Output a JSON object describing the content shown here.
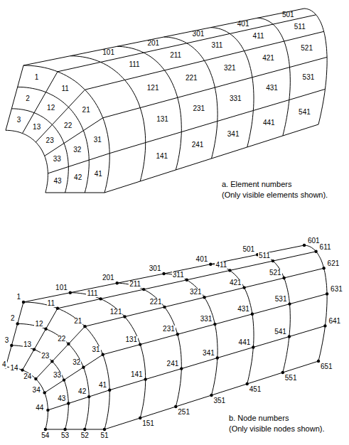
{
  "diagram": {
    "labels": [
      "1",
      "2",
      "3",
      "11",
      "12",
      "13",
      "21",
      "22",
      "23",
      "31",
      "32",
      "33",
      "41",
      "42",
      "43",
      "101",
      "111",
      "121",
      "131",
      "141",
      "201",
      "211",
      "221",
      "231",
      "241",
      "301",
      "311",
      "321",
      "331",
      "341",
      "401",
      "411",
      "421",
      "431",
      "441",
      "501",
      "511",
      "521",
      "531",
      "541",
      "a. Element numbers",
      "(Only visible elements shown).",
      "1",
      "2",
      "3",
      "4",
      "11",
      "12",
      "13",
      "14",
      "21",
      "22",
      "23",
      "24",
      "31",
      "32",
      "33",
      "34",
      "41",
      "42",
      "43",
      "44",
      "51",
      "52",
      "53",
      "54",
      "101",
      "111",
      "121",
      "131",
      "141",
      "151",
      "201",
      "211",
      "221",
      "231",
      "241",
      "251",
      "301",
      "311",
      "321",
      "331",
      "341",
      "351",
      "401",
      "411",
      "421",
      "431",
      "441",
      "451",
      "501",
      "511",
      "521",
      "531",
      "541",
      "551",
      "601",
      "611",
      "621",
      "631",
      "641",
      "651",
      "b. Node numbers",
      "(Only visible nodes shown)."
    ]
  }
}
